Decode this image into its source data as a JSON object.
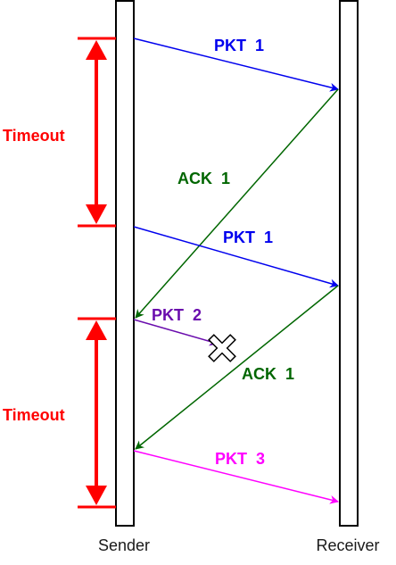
{
  "participants": {
    "sender": "Sender",
    "receiver": "Receiver"
  },
  "timeouts": [
    {
      "label": "Timeout"
    },
    {
      "label": "Timeout"
    }
  ],
  "messages": [
    {
      "label": "PKT  1",
      "direction": "sender-to-receiver",
      "color": "#0000ee"
    },
    {
      "label": "ACK  1",
      "direction": "receiver-to-sender",
      "color": "#006600"
    },
    {
      "label": "PKT  1",
      "direction": "sender-to-receiver",
      "color": "#0000ee"
    },
    {
      "label": "PKT  2",
      "direction": "sender-to-receiver",
      "lost": true,
      "color": "#6a0dad"
    },
    {
      "label": "ACK  1",
      "direction": "receiver-to-sender",
      "color": "#006600"
    },
    {
      "label": "PKT  3",
      "direction": "sender-to-receiver",
      "color": "#ff00ff"
    }
  ],
  "colors": {
    "timeout": "#ff0000",
    "lifeline": "#000000"
  },
  "icons": {
    "loss_marker": "cross-icon"
  }
}
